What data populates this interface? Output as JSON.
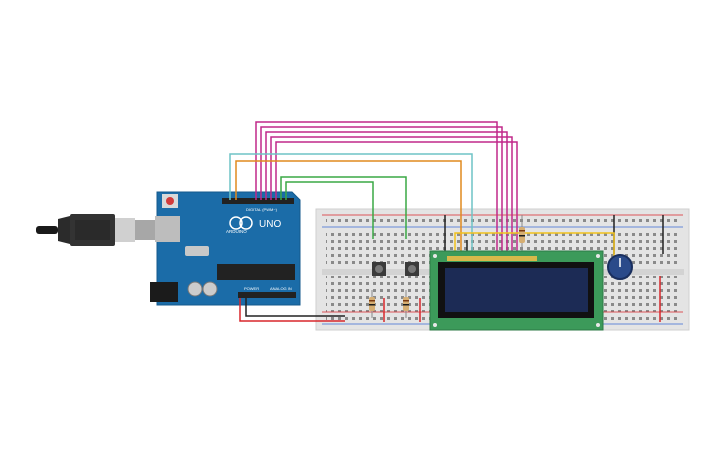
{
  "arduino": {
    "model_label": "UNO",
    "brand_label": "ARDUINO",
    "digital_header_label": "DIGITAL (PWM~)",
    "power_label": "POWER",
    "analog_label": "ANALOG IN",
    "board_color": "#1b6ca8",
    "header_color": "#222222"
  },
  "components": {
    "usb_cable": "usb-cable",
    "breadboard": "breadboard",
    "lcd": "lcd-16x2",
    "potentiometer": "potentiometer",
    "buttons": [
      "pushbutton-1",
      "pushbutton-2"
    ],
    "resistors": [
      "resistor-1",
      "resistor-2",
      "resistor-3"
    ]
  },
  "colors": {
    "wire_magenta": "#c0288a",
    "wire_green": "#3aa845",
    "wire_cyan": "#6fc3c6",
    "wire_orange": "#e08a1e",
    "wire_yellow": "#f2c21b",
    "wire_red": "#d8262b",
    "wire_black": "#222222",
    "lcd_pcb": "#3c9a5a",
    "lcd_screen": "#1c2b55",
    "breadboard": "#e4e4e4"
  }
}
